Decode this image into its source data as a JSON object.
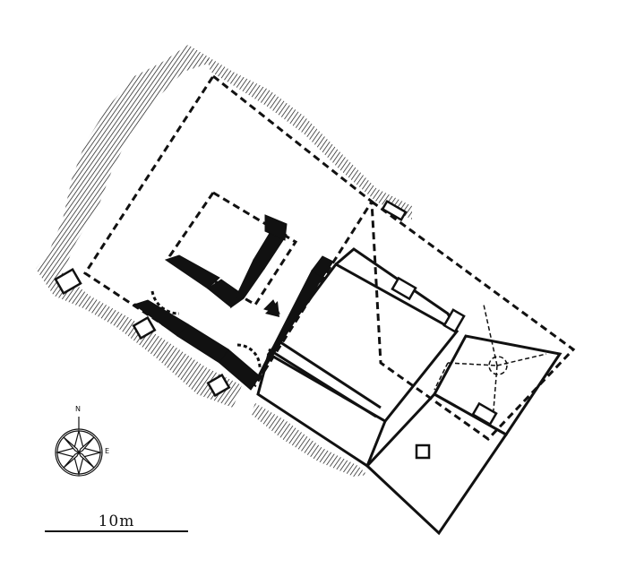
{
  "scale_bar": {
    "label": "10m"
  },
  "compass": {
    "north_label": "N",
    "east_label": "E"
  },
  "colors": {
    "ink": "#111111",
    "paper": "#ffffff"
  }
}
